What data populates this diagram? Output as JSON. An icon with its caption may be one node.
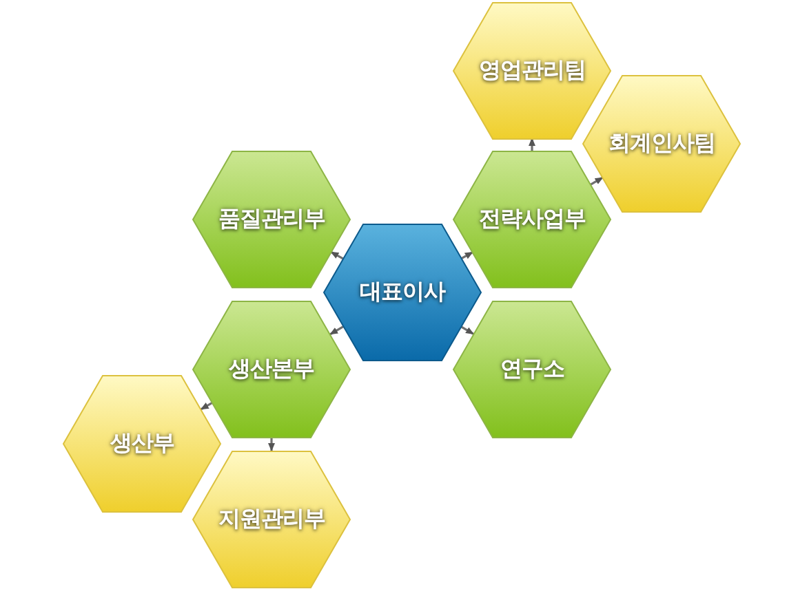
{
  "diagram": {
    "nodes": [
      {
        "text": [
          "영업관리팀"
        ]
      },
      {
        "text": [
          "회계인사팀"
        ]
      },
      {
        "text": [
          "품질관리부"
        ]
      },
      {
        "text": [
          "전략사업부"
        ]
      },
      {
        "text": [
          "대표이사"
        ]
      },
      {
        "text": [
          "생산본부"
        ]
      },
      {
        "text": [
          "연구소"
        ]
      },
      {
        "text": [
          "생산부"
        ]
      },
      {
        "text": [
          "지원관리부"
        ]
      }
    ],
    "edges": [
      {
        "from": 4,
        "to": 2,
        "arrow": "to"
      },
      {
        "from": 4,
        "to": 3,
        "arrow": "to"
      },
      {
        "from": 4,
        "to": 5,
        "arrow": "to"
      },
      {
        "from": 4,
        "to": 6,
        "arrow": "to"
      },
      {
        "from": 3,
        "to": 0,
        "arrow": "to"
      },
      {
        "from": 3,
        "to": 1,
        "arrow": "to"
      },
      {
        "from": 5,
        "to": 7,
        "arrow": "to"
      },
      {
        "from": 5,
        "to": 8,
        "arrow": "to"
      }
    ]
  }
}
